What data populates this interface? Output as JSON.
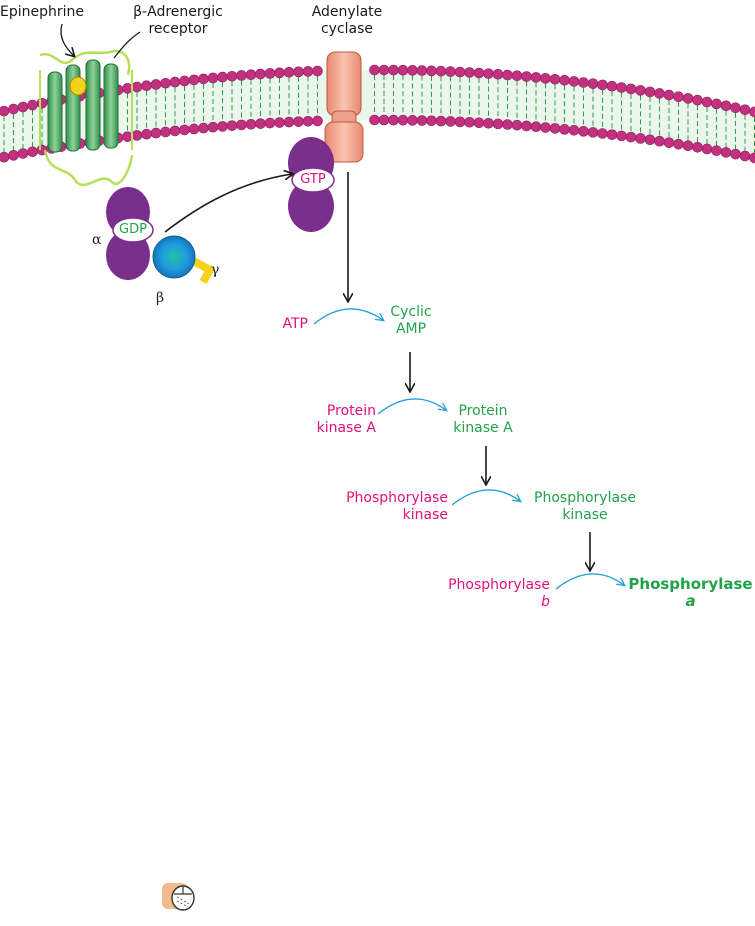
{
  "labels": {
    "epinephrine": "Epinephrine",
    "receptor": [
      "β-Adrenergic",
      "receptor"
    ],
    "adenylate_cyclase": [
      "Adenylate",
      "cyclase"
    ],
    "gdp": "GDP",
    "gtp": "GTP",
    "alpha": "α",
    "beta": "β",
    "gamma": "γ"
  },
  "cascade": [
    {
      "substrate": [
        "ATP"
      ],
      "product": [
        "Cyclic",
        "AMP"
      ]
    },
    {
      "substrate": [
        "Protein",
        "kinase A"
      ],
      "product": [
        "Protein",
        "kinase A"
      ]
    },
    {
      "substrate": [
        "Phosphorylase",
        "kinase"
      ],
      "product": [
        "Phosphorylase",
        "kinase"
      ]
    },
    {
      "substrate": [
        "Phosphorylase",
        "b"
      ],
      "product": [
        "Phosphorylase",
        "a"
      ]
    }
  ],
  "colors": {
    "inactive": "#e0117a",
    "active": "#21a24a",
    "membrane_head": "#c2317f",
    "membrane_tail": "#2e9a46",
    "cyclase": "#f0a48e",
    "g_alpha": "#7a2f8c",
    "g_beta": "#1e9be0",
    "g_gamma": "#f2d21a",
    "receptor": "#8fd14f",
    "arrow_curve": "#2a9fd6"
  },
  "icons": [
    "mouse-cursor-icon"
  ]
}
